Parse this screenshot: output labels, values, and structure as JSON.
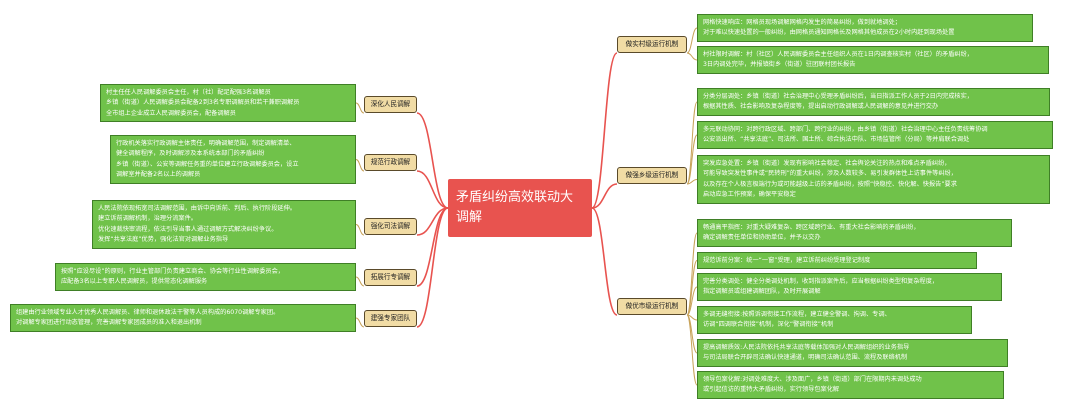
{
  "root": {
    "title": "矛盾纠纷高效联动大调解"
  },
  "branches": {
    "village": "做实村级运行机制",
    "township": "做强乡级运行机制",
    "city": "做优市级运行机制",
    "deepen": "深化人民调解",
    "administrative": "规范行政调解",
    "judicial": "强化司法调解",
    "industry": "拓展行专调解",
    "expert": "建强专家团队"
  },
  "leaves": {
    "v1": [
      "网格快速响应：网格员现场调解网格内发生的简易纠纷，做到就地调处；",
      "对于难以快速处置的一般纠纷，由网格员通知网格长及网格其他成员在2小时内赶到现场处置"
    ],
    "v2": [
      "村社限时调解：村（社区）人民调解委员会主任组织人员在1日内调查核实村（社区）的矛盾纠纷，",
      "3日内调处完毕，并报镇街乡（街道）驻团联村团长报告"
    ],
    "t1": [
      "分类分层调处：乡镇（街道）社会治理中心受理矛盾纠纷后，当日指派工作人员于2日内完成核实，",
      "根据其性质、社会影响及复杂程度等，提出启动行政调解或人民调解的意见并进行交办"
    ],
    "t2": [
      "多元联动协同：对跨行政区域、跨部门、跨行业的纠纷，由乡镇（街道）社会治理中心主任负责统筹协调",
      "公安派出所、“共享法庭”、司法所、国土所、综合执法中队、市场监管所（分局）等并肩联合调处"
    ],
    "t3": [
      "突发应急处置：乡镇（街道）发现有影响社会稳定、社会舆论关注的热点和难点矛盾纠纷，",
      "可能导致突发性事件或“民转刑”的重大纠纷，涉及人数较多、易引发群体性上访事件等纠纷，",
      "以及存在个人极言极端行为或可能越级上访的矛盾纠纷，按照“快稳控、快化解、快报告”要求",
      "启动应急工作预案，确保平安稳定"
    ],
    "c1": [
      "畅通高平指挥：对重大疑难复杂、跨区域跨行业、有重大社会影响的矛盾纠纷，",
      "确定调解责任单位和协助单位，并予以交办"
    ],
    "c2": [
      "规范诉前分案：统一“一窗”受理，建立诉前纠纷受理登记制度"
    ],
    "c3": [
      "完善分类调处：健全分类调处机制，收到指派案件后，应当根据纠纷类型和复杂程度，",
      "指定调解员或组建调解团队，及时开展调解"
    ],
    "c4": [
      "多调无缝衔接:按照诉调衔接工作流程，建立健全警调、拘调、专调、",
      "访调“四调联合衔接”机制，深化“警调衔接”机制"
    ],
    "c5": [
      "提高调解质效:人民法院依托共享法庭等载体加强对人民调解组织的业务指导",
      "与司法局联合开辟司法确认快速通道，明确司法确认范围、流程及联络机制"
    ],
    "c6": [
      "领导包案化解:对调处难度大、涉及面广，乡镇（街道）部门在限期内未调处成功",
      "或引起信访的重特大矛盾纠纷，实行领导包案化解"
    ],
    "d1": [
      "村主任任人民调解委员会主任，村（社）配足配强3名调解员",
      "乡镇（街道）人民调解委员会配备2到3名专职调解员和若干兼职调解员",
      "全市组上企业成立人民调解委员会，配备调解员"
    ],
    "a1": [
      "行政机关落实行政调解主体责任，明确调解范围，制定调解清单、",
      "健全调解程序，及时调解涉及本系统本部门的矛盾纠纷",
      "乡镇（街道）、公安等调解任务重的单位建立行政调解委员会，设立",
      "调解室并配备2名以上的调解员"
    ],
    "j1": [
      "人民法院依现拓宽司法调解范围，由诉中向诉前、判后、执行阶段延伸。",
      "建立诉前调解机制，治理分流案件。",
      "优化速裁快审流程，依法引导当事人通过调解方式解决纠纷争议。",
      "发挥“共享法庭”优势，强化法官对调解业务指导"
    ],
    "i1": [
      "按照“应设尽设”的原则，行业主管部门负责建立商会、协会等行业性调解委员会，",
      "应配备3名以上专职人民调解员，提供常态化调解服务"
    ],
    "e1": [
      "组建由行业领域专业人才优秀人民调解员、律师和退休政法干警等人员构成的6070调解专家团。",
      "对调解专家团进行动态管理，完善调解专家团成员的准入和退出机制"
    ]
  }
}
